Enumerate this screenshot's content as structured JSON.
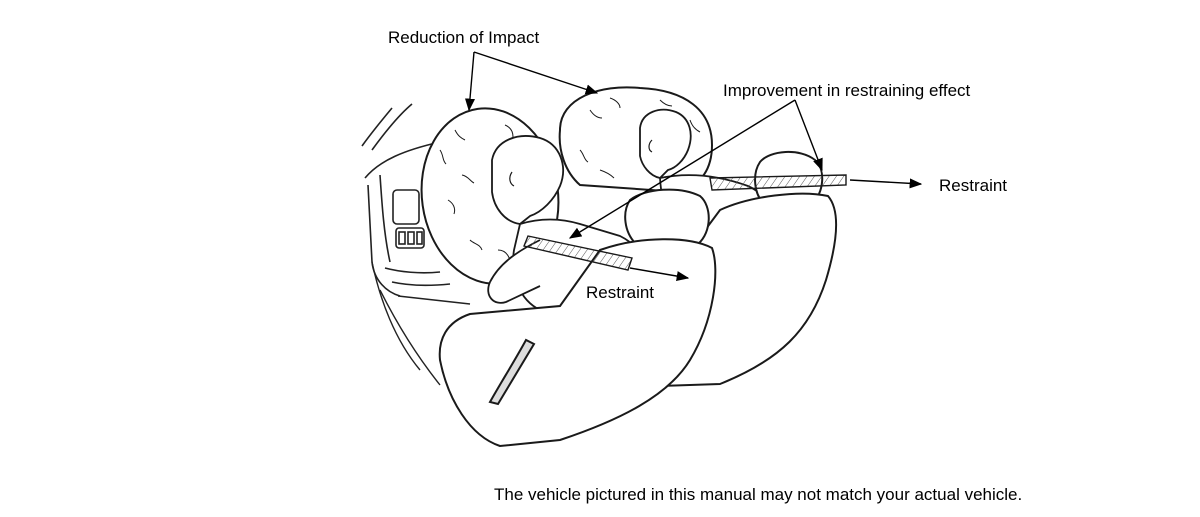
{
  "labels": {
    "reduction": "Reduction of Impact",
    "improvement": "Improvement in restraining effect",
    "restraint_left": "Restraint",
    "restraint_right": "Restraint"
  },
  "footnote": "The vehicle pictured in this manual may not match your actual vehicle.",
  "colors": {
    "line": "#1a1a1a",
    "sketch": "#2a2a2a",
    "belt": "#444444"
  }
}
